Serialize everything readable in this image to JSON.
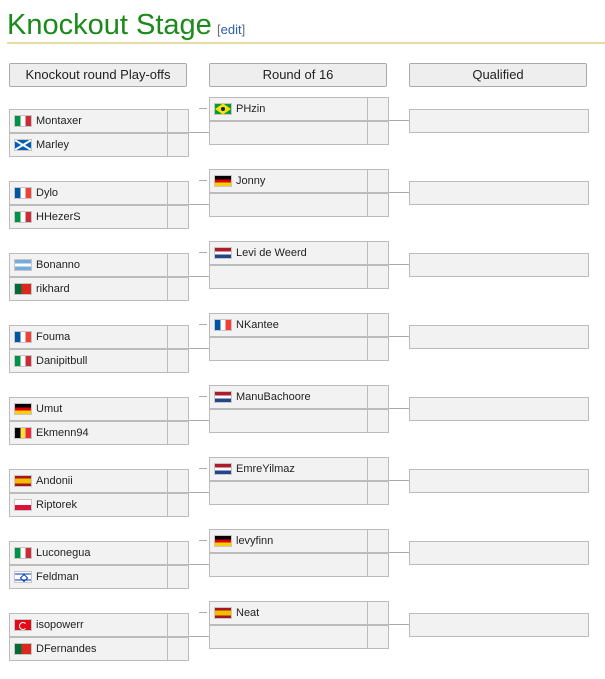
{
  "page": {
    "title": "Knockout Stage",
    "edit_open": "[",
    "edit_label": "edit",
    "edit_close": "]"
  },
  "columns": [
    "Knockout round Play-offs",
    "Round of 16",
    "Qualified"
  ],
  "playoffs": [
    {
      "top": {
        "name": "Montaxer",
        "flag": "italy-flag"
      },
      "bottom": {
        "name": "Marley",
        "flag": "scotland-flag"
      }
    },
    {
      "top": {
        "name": "Dylo",
        "flag": "france-flag"
      },
      "bottom": {
        "name": "HHezerS",
        "flag": "italy-flag"
      }
    },
    {
      "top": {
        "name": "Bonanno",
        "flag": "argentina-flag"
      },
      "bottom": {
        "name": "rikhard",
        "flag": "portugal-flag"
      }
    },
    {
      "top": {
        "name": "Fouma",
        "flag": "france-flag"
      },
      "bottom": {
        "name": "Danipitbull",
        "flag": "italy-flag"
      }
    },
    {
      "top": {
        "name": "Umut",
        "flag": "germany-flag"
      },
      "bottom": {
        "name": "Ekmenn94",
        "flag": "belgium-flag"
      }
    },
    {
      "top": {
        "name": "Andonii",
        "flag": "spain-flag"
      },
      "bottom": {
        "name": "Riptorek",
        "flag": "poland-flag"
      }
    },
    {
      "top": {
        "name": "Luconegua",
        "flag": "italy-flag"
      },
      "bottom": {
        "name": "Feldman",
        "flag": "israel-flag"
      }
    },
    {
      "top": {
        "name": "isopowerr",
        "flag": "turkey-flag"
      },
      "bottom": {
        "name": "DFernandes",
        "flag": "portugal-flag"
      }
    }
  ],
  "round_of_16": [
    {
      "name": "PHzin",
      "flag": "brazil-flag"
    },
    {
      "name": "Jonny",
      "flag": "germany-flag"
    },
    {
      "name": "Levi de Weerd",
      "flag": "netherlands-flag"
    },
    {
      "name": "NKantee",
      "flag": "france-flag"
    },
    {
      "name": "ManuBachoore",
      "flag": "netherlands-flag"
    },
    {
      "name": "EmreYilmaz",
      "flag": "netherlands-flag"
    },
    {
      "name": "levyfinn",
      "flag": "germany-flag"
    },
    {
      "name": "Neat",
      "flag": "spain-flag"
    }
  ],
  "qualified": [
    "",
    "",
    "",
    "",
    "",
    "",
    "",
    ""
  ]
}
